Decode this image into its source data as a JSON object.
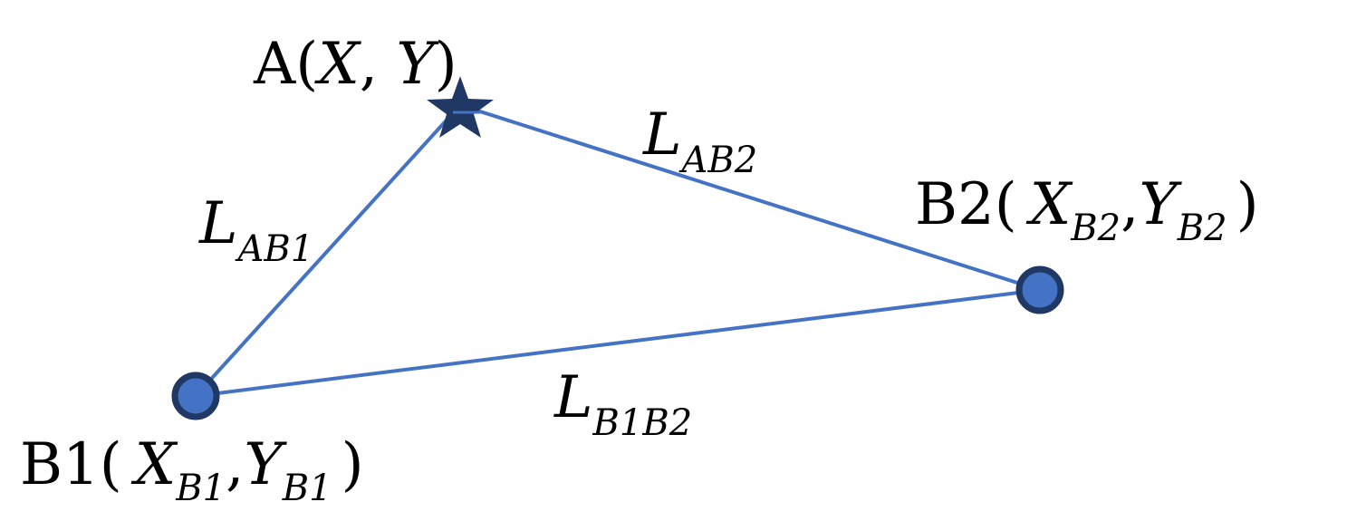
{
  "colors": {
    "edge": "#4472c4",
    "node_fill": "#4472c4",
    "node_stroke": "#1f3864",
    "star_fill": "#1f3864",
    "text": "#000000"
  },
  "nodes": {
    "A": {
      "prefix": "A(",
      "x": "X",
      "sep": ", ",
      "y": "Y",
      "close": ")"
    },
    "B1": {
      "prefix": "B1(",
      "x": "X",
      "x_sub": "B1",
      "sep": ",",
      "y": "Y",
      "y_sub": "B1",
      "close": ")"
    },
    "B2": {
      "prefix": "B2(",
      "x": "X",
      "x_sub": "B2",
      "sep": ",",
      "y": "Y",
      "y_sub": "B2",
      "close": ")"
    }
  },
  "edges": {
    "AB1": {
      "main": "L",
      "sub": "AB1"
    },
    "AB2": {
      "main": "L",
      "sub": "AB2"
    },
    "B1B2": {
      "main": "L",
      "sub": "B1B2"
    }
  }
}
